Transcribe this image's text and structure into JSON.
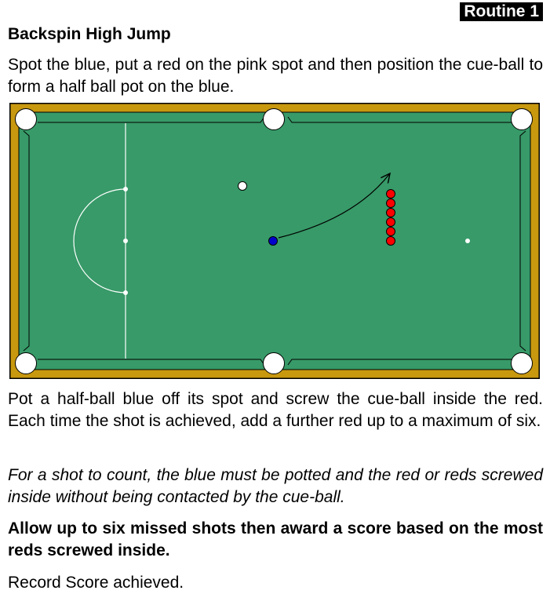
{
  "routine_label": "Routine 1",
  "title": "Backspin High Jump",
  "intro": "Spot the blue, put a red on the pink spot and then position the cue-ball to form a half ball pot on the blue.",
  "description": "Pot a half-ball blue off its spot and screw the cue-ball inside the red. Each time the shot is achieved, add a further red up to a maximum of six.",
  "note": "For a shot to count, the blue must be potted and the red or reds screwed inside without being contacted by the cue-ball.",
  "allowance": "Allow up to six missed shots then award a score based on the most reds screwed inside.",
  "record": "Record Score achieved.",
  "table": {
    "cloth_color": "#379a68",
    "frame_color": "#c8980f",
    "red_ball_count": 6,
    "colors": {
      "red": "#ff0000",
      "blue": "#0000cc",
      "cue": "#ffffff"
    }
  }
}
